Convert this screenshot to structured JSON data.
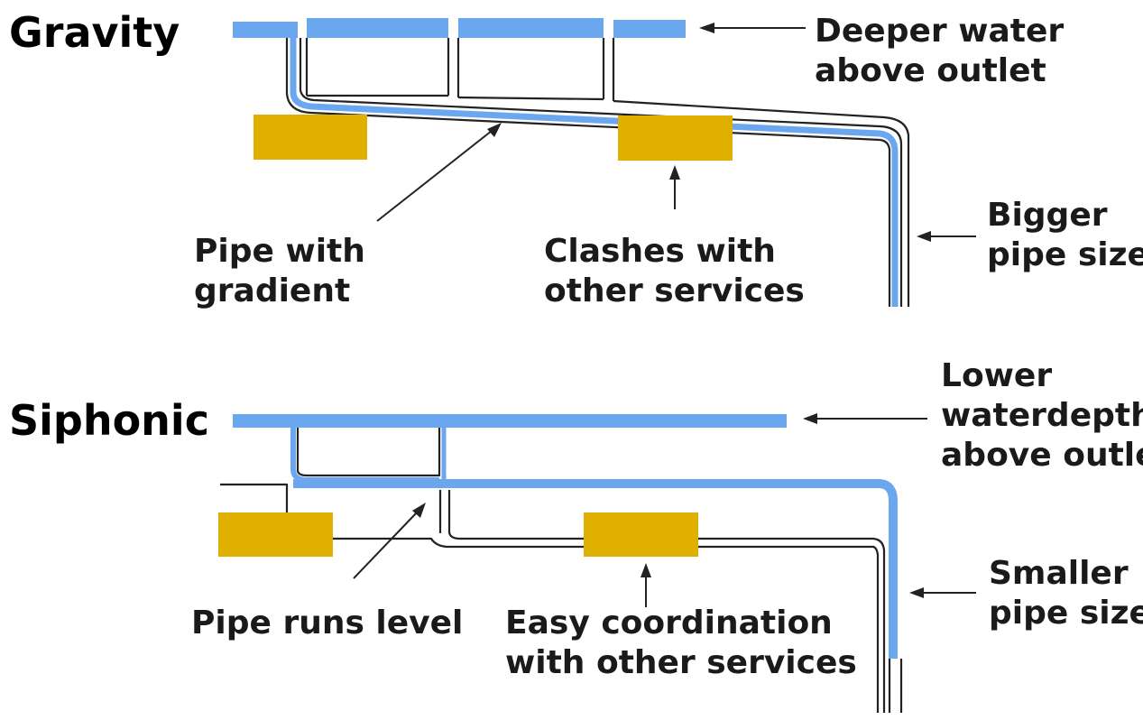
{
  "colors": {
    "water": "#6aa7ef",
    "service": "#e0b000",
    "outline": "#222222",
    "text": "#1a1a1a"
  },
  "gravity": {
    "title": "Gravity",
    "notes": {
      "deeper_water": [
        "Deeper water",
        "above outlet"
      ],
      "pipe_gradient": [
        "Pipe with",
        "gradient"
      ],
      "clashes": [
        "Clashes with",
        "other services"
      ],
      "bigger_pipe": [
        "Bigger",
        "pipe size"
      ]
    }
  },
  "siphonic": {
    "title": "Siphonic",
    "notes": {
      "lower_waterdepth": [
        "Lower",
        "waterdepth",
        "above outlet"
      ],
      "pipe_level": [
        "Pipe runs level"
      ],
      "easy_coordination": [
        "Easy coordination",
        "with other services"
      ],
      "smaller_pipe": [
        "Smaller",
        "pipe size"
      ]
    }
  }
}
